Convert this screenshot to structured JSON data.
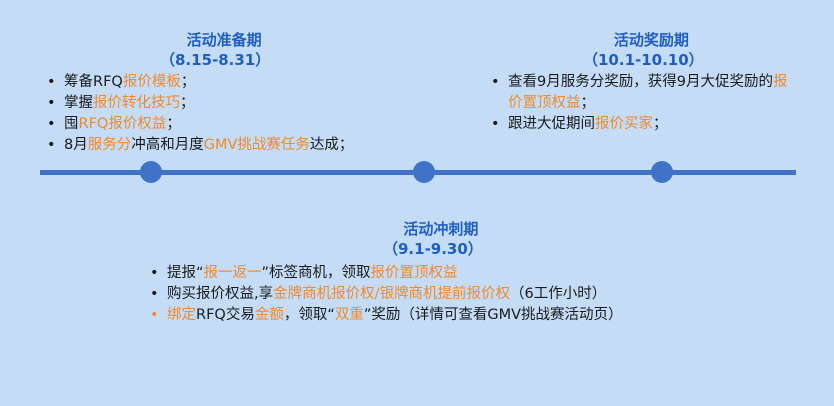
{
  "prep": {
    "title": "活动准备期",
    "range": "（8.15-8.31）",
    "bullets": [
      [
        {
          "t": "筹备RFQ",
          "hl": false
        },
        {
          "t": "报价模板",
          "hl": true
        },
        {
          "t": "；",
          "hl": false
        }
      ],
      [
        {
          "t": "掌握",
          "hl": false
        },
        {
          "t": "报价转化技巧",
          "hl": true
        },
        {
          "t": "；",
          "hl": false
        }
      ],
      [
        {
          "t": "囤",
          "hl": false
        },
        {
          "t": "RFQ报价权益",
          "hl": true
        },
        {
          "t": "；",
          "hl": false
        }
      ],
      [
        {
          "t": "8月",
          "hl": false
        },
        {
          "t": "服务分",
          "hl": true
        },
        {
          "t": "冲高和月度",
          "hl": false
        },
        {
          "t": "GMV挑战赛任务",
          "hl": true
        },
        {
          "t": "达成；",
          "hl": false
        }
      ]
    ]
  },
  "reward": {
    "title": "活动奖励期",
    "range": "（10.1-10.10）",
    "bullets": [
      [
        {
          "t": "查看9月服务分奖励，获得9月大促奖励的",
          "hl": false
        },
        {
          "t": "报价置顶权益",
          "hl": true
        },
        {
          "t": "；",
          "hl": false
        }
      ],
      [
        {
          "t": "跟进大促期间",
          "hl": false
        },
        {
          "t": "报价买家",
          "hl": true
        },
        {
          "t": "；",
          "hl": false
        }
      ]
    ]
  },
  "sprint": {
    "title": "活动冲刺期",
    "range": "（9.1-9.30）",
    "bullets": [
      [
        {
          "t": "提报“",
          "hl": false
        },
        {
          "t": "报一返一",
          "hl": true
        },
        {
          "t": "”标签商机，领取",
          "hl": false
        },
        {
          "t": "报价置顶权益",
          "hl": true
        }
      ],
      [
        {
          "t": "购买报价权益,享",
          "hl": false
        },
        {
          "t": "金牌商机报价权/银牌商机提前报价权",
          "hl": true
        },
        {
          "t": "（6工作小时）",
          "hl": false
        }
      ],
      [
        {
          "t": "绑定",
          "hl": true
        },
        {
          "t": "RFQ交易",
          "hl": false
        },
        {
          "t": "金额",
          "hl": true
        },
        {
          "t": "，领取“",
          "hl": false
        },
        {
          "t": "双重",
          "hl": true
        },
        {
          "t": "”奖励（详情可查看GMV挑战赛活动页）",
          "hl": false
        }
      ]
    ]
  }
}
